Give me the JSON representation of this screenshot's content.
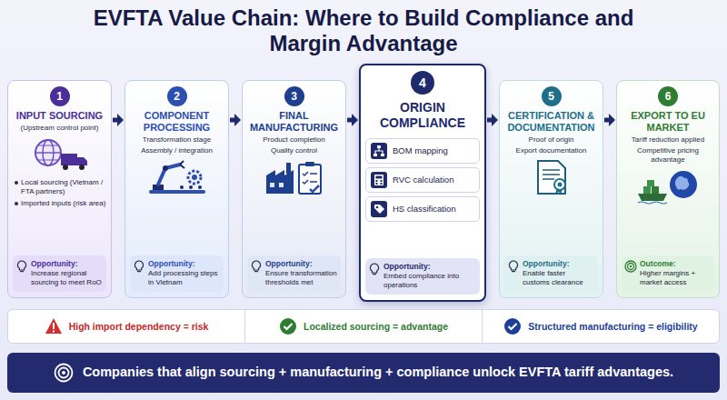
{
  "diagram": {
    "title": "EVFTA Value Chain: Where to Build Compliance and Margin Advantage",
    "nodes": [
      {
        "text": [
          "INPUT SOURCING",
          "(Upstream control point)",
          "Local sourcing (Vietnam / FTA partners)",
          "Imported inputs (risk area)"
        ]
      },
      {
        "text": [
          "1"
        ],
        "in": 0
      },
      {
        "text": [
          "Opportunity:",
          "Increase regional sourcing to meet RoO"
        ],
        "in": 0
      },
      {
        "text": [
          "COMPONENT PROCESSING",
          "Transformation stage",
          "Assembly / integration"
        ]
      },
      {
        "text": [
          "2"
        ],
        "in": 3
      },
      {
        "text": [
          "Opportunity:",
          "Add processing steps in Vietnam"
        ],
        "in": 3
      },
      {
        "text": [
          "FINAL MANUFACTURING",
          "Product completion",
          "Quality control"
        ]
      },
      {
        "text": [
          "3"
        ],
        "in": 6
      },
      {
        "text": [
          "Opportunity:",
          "Ensure transformation thresholds met"
        ],
        "in": 6
      },
      {
        "text": [
          "ORIGIN COMPLIANCE",
          "BOM mapping",
          "RVC calculation",
          "HS classification"
        ]
      },
      {
        "text": [
          "4"
        ],
        "in": 9
      },
      {
        "text": [
          "Opportunity:",
          "Embed compliance into operations"
        ],
        "in": 9
      },
      {
        "text": [
          "CERTIFICATION & DOCUMENTATION",
          "Proof of origin",
          "Export documentation"
        ]
      },
      {
        "text": [
          "5"
        ],
        "in": 12
      },
      {
        "text": [
          "Opportunity:",
          "Enable faster customs clearance"
        ],
        "in": 12
      },
      {
        "text": [
          "EXPORT TO EU MARKET",
          "Tariff reduction applied",
          "Competitive pricing advantage"
        ]
      },
      {
        "text": [
          "6"
        ],
        "in": 15
      },
      {
        "text": [
          "Outcome:",
          "Higher margins + market access"
        ],
        "in": 15
      },
      {
        "text": [
          "High import dependency = risk",
          "Localized sourcing = advantage",
          "Structured manufacturing = eligibility"
        ]
      },
      {
        "text": [
          "Companies that align sourcing + manufacturing + compliance unlock EVFTA tariff advantages."
        ]
      }
    ],
    "edges": [
      {
        "from": 0,
        "to": 3,
        "arrow": "to"
      },
      {
        "from": 3,
        "to": 6,
        "arrow": "to"
      },
      {
        "from": 6,
        "to": 9,
        "arrow": "to"
      },
      {
        "from": 9,
        "to": 12,
        "arrow": "to"
      },
      {
        "from": 12,
        "to": 15,
        "arrow": "to"
      }
    ]
  }
}
